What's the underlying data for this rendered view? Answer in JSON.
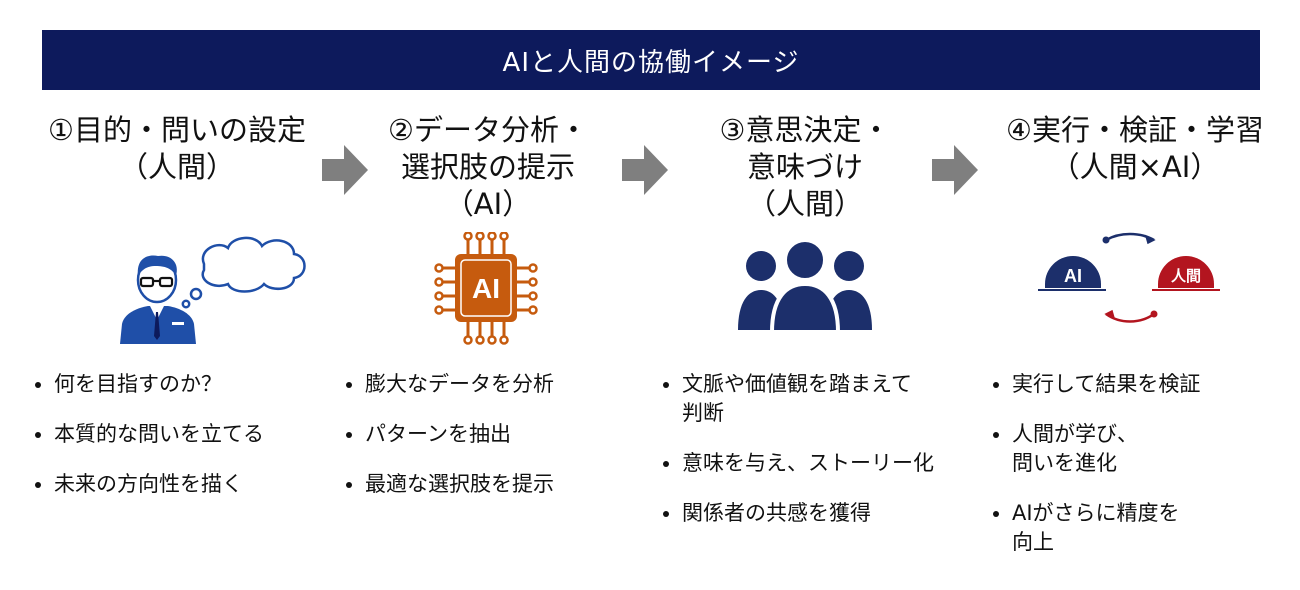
{
  "banner": {
    "title": "AIと人間の協働イメージ"
  },
  "colors": {
    "navy": "#0d1a5c",
    "accent_orange": "#c65b0e",
    "icon_blue": "#1f4fa8",
    "ai_circle": "#1c2f6b",
    "human_circle": "#b3151f",
    "arrow_gray": "#7f7f7f"
  },
  "steps": [
    {
      "title_lines": [
        "①目的・問いの設定",
        "（人間）"
      ],
      "icon": "person-thinking-icon",
      "bullets": [
        {
          "lines": [
            "何を目指すのか？"
          ]
        },
        {
          "lines": [
            "本質的な問いを立てる"
          ]
        },
        {
          "lines": [
            "未来の方向性を描く"
          ]
        }
      ]
    },
    {
      "title_lines": [
        "②データ分析・",
        "選択肢の提示",
        "（AI）"
      ],
      "icon": "ai-chip-icon",
      "chip_label": "AI",
      "bullets": [
        {
          "lines": [
            "膨大なデータを分析"
          ]
        },
        {
          "lines": [
            "パターンを抽出"
          ]
        },
        {
          "lines": [
            "最適な選択肢を提示"
          ]
        }
      ]
    },
    {
      "title_lines": [
        "③意思決定・",
        "意味づけ",
        "（人間）"
      ],
      "icon": "group-people-icon",
      "bullets": [
        {
          "lines": [
            "文脈や価値観を踏まえて",
            "判断"
          ]
        },
        {
          "lines": [
            "意味を与え、ストーリー化"
          ]
        },
        {
          "lines": [
            "関係者の共感を獲得"
          ]
        }
      ]
    },
    {
      "title_lines": [
        "④実行・検証・学習",
        "（人間×AI）"
      ],
      "icon": "ai-human-cycle-icon",
      "cycle": {
        "ai_label": "AI",
        "human_label": "人間"
      },
      "bullets": [
        {
          "lines": [
            "実行して結果を検証"
          ]
        },
        {
          "lines": [
            "人間が学び、",
            "問いを進化"
          ]
        },
        {
          "lines": [
            "AIがさらに精度を",
            "向上"
          ]
        }
      ]
    }
  ]
}
